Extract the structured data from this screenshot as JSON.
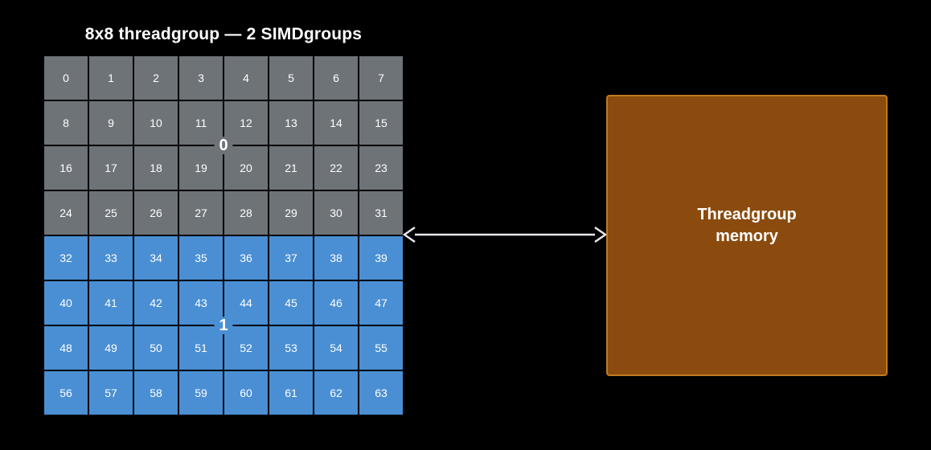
{
  "title": "8x8 threadgroup — 2 SIMDgroups",
  "grid": {
    "rows": 8,
    "cols": 8,
    "cells": [
      "0",
      "1",
      "2",
      "3",
      "4",
      "5",
      "6",
      "7",
      "8",
      "9",
      "10",
      "11",
      "12",
      "13",
      "14",
      "15",
      "16",
      "17",
      "18",
      "19",
      "20",
      "21",
      "22",
      "23",
      "24",
      "25",
      "26",
      "27",
      "28",
      "29",
      "30",
      "31",
      "32",
      "33",
      "34",
      "35",
      "36",
      "37",
      "38",
      "39",
      "40",
      "41",
      "42",
      "43",
      "44",
      "45",
      "46",
      "47",
      "48",
      "49",
      "50",
      "51",
      "52",
      "53",
      "54",
      "55",
      "56",
      "57",
      "58",
      "59",
      "60",
      "61",
      "62",
      "63"
    ]
  },
  "simdgroups": [
    {
      "label": "0",
      "first_thread": 0,
      "last_thread": 31,
      "color": "#6e7378"
    },
    {
      "label": "1",
      "first_thread": 32,
      "last_thread": 63,
      "color": "#4a8fd4"
    }
  ],
  "memory": {
    "label": "Threadgroup memory",
    "fill_color": "#8b4b0e",
    "border_color": "#c07a1e"
  },
  "arrow": {
    "direction": "bidirectional",
    "color": "#e8e8ee"
  }
}
